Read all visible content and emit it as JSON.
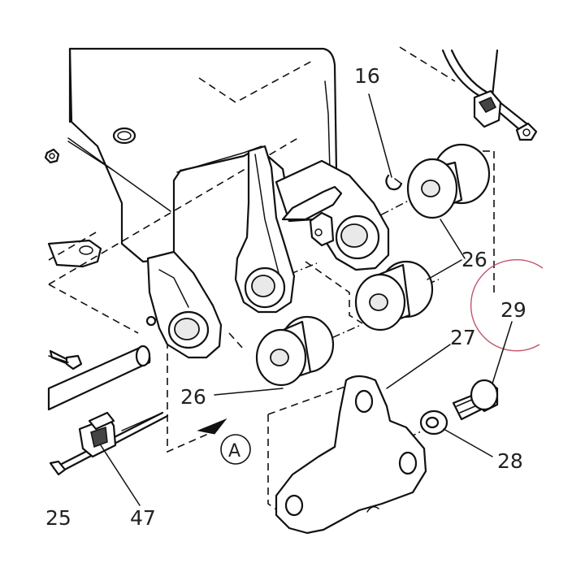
{
  "callouts": {
    "c16": "16",
    "c26a": "26",
    "c26b": "26",
    "c27": "27",
    "c28": "28",
    "c29": "29",
    "c47": "47",
    "c25": "25",
    "view_a": "A"
  },
  "colors": {
    "line": "#111111",
    "highlight_circle": "#c0566b"
  }
}
